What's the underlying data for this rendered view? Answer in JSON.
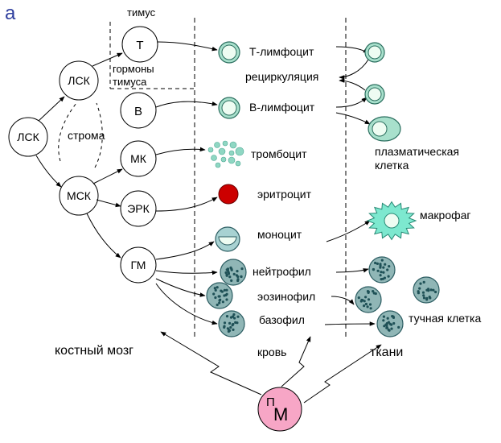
{
  "panel_letter": "а",
  "labels": {
    "thymus": "тимус",
    "thymus_hormones_1": "гормоны",
    "thymus_hormones_2": "тимуса",
    "stroma": "строма",
    "bone_marrow": "костный мозг",
    "blood": "кровь",
    "tissues": "ткани",
    "recirculation": "рециркуляция"
  },
  "stem_cells": {
    "lsk_root": "ЛСК",
    "lsk_upper": "ЛСК",
    "msk": "МСК",
    "t": "Т",
    "b": "В",
    "mk": "МК",
    "erk": "ЭРК",
    "gm": "ГМ"
  },
  "blood_cells": {
    "t_lymphocyte": "Т-лимфоцит",
    "b_lymphocyte": "В-лимфоцит",
    "platelet": "тромбоцит",
    "erythrocyte": "эритроцит",
    "monocyte": "моноцит",
    "neutrophil": "нейтрофил",
    "eosinophil": "эозинофил",
    "basophil": "базофил"
  },
  "tissue_cells": {
    "plasma_cell_1": "плазматическая",
    "plasma_cell_2": "клетка",
    "macrophage": "макрофаг",
    "mast_cell": "тучная клетка"
  },
  "bottom_node": {
    "letter_1": "П",
    "letter_2": "М"
  },
  "colors": {
    "lymphocyte_outer": "#a8e0cc",
    "lymphocyte_inner": "#eefcf2",
    "platelet": "#8fd7c3",
    "erythrocyte": "#cc0000",
    "granulocyte_fill": "#90b6b6",
    "granule": "#1f5157",
    "macrophage": "#7de8cf",
    "bottom_node": "#f7a6c6",
    "panel_letter": "#2f3f9e"
  }
}
